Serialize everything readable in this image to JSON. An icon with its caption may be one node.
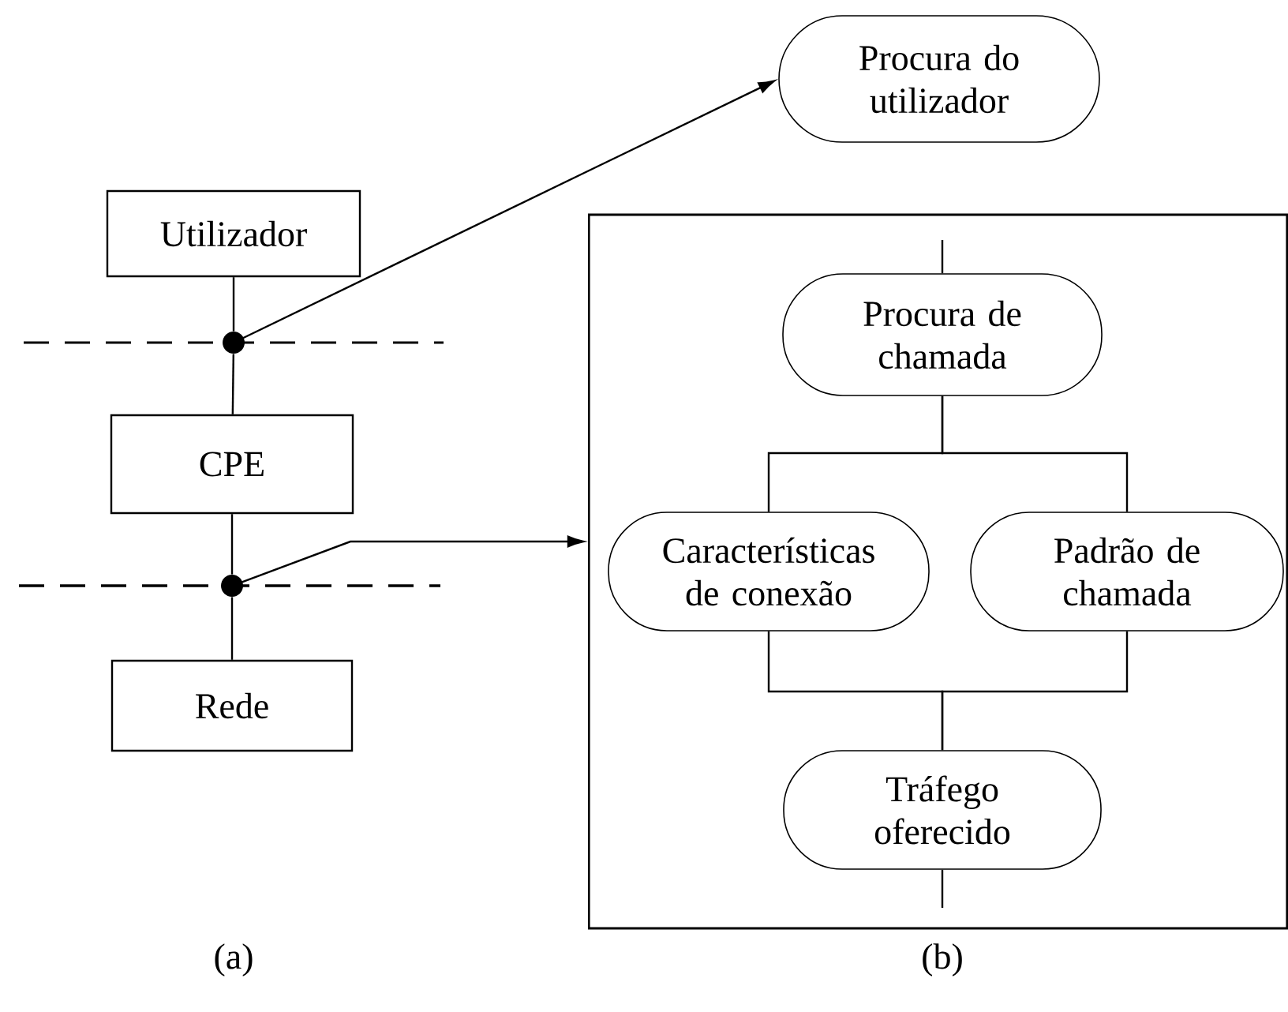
{
  "diagram": {
    "nodes": [
      {
        "text": [
          "Utilizador"
        ]
      },
      {
        "text": [],
        "shape": "circle"
      },
      {
        "text": [
          "CPE"
        ]
      },
      {
        "text": [],
        "shape": "circle"
      },
      {
        "text": [
          "Rede"
        ]
      },
      {
        "text": [
          "Procura do utilizador"
        ]
      },
      {
        "text": [],
        "shape": "box"
      },
      {
        "text": [
          "Procura de chamada"
        ],
        "in": 6
      },
      {
        "text": [
          "Características de conexão"
        ],
        "in": 6
      },
      {
        "text": [
          "Padrão de chamada"
        ],
        "in": 6
      },
      {
        "text": [
          "Tráfego oferecido"
        ],
        "in": 6
      }
    ],
    "edges": [
      {
        "from": 0,
        "to": 1,
        "arrow": "none"
      },
      {
        "from": 1,
        "to": 2,
        "arrow": "none"
      },
      {
        "from": 2,
        "to": 3,
        "arrow": "none"
      },
      {
        "from": 3,
        "to": 4,
        "arrow": "none"
      },
      {
        "from": 1,
        "to": 5,
        "arrow": "to"
      },
      {
        "from": 3,
        "to": 6,
        "arrow": "to"
      },
      {
        "from": null,
        "to": 7,
        "arrow": "none"
      },
      {
        "from": 7,
        "to": 8,
        "arrow": "none"
      },
      {
        "from": 7,
        "to": 9,
        "arrow": "none"
      },
      {
        "from": 8,
        "to": 10,
        "arrow": "none"
      },
      {
        "from": 9,
        "to": 10,
        "arrow": "none"
      },
      {
        "from": 10,
        "to": null,
        "arrow": "none"
      }
    ],
    "labels": [
      "(a)",
      "(b)"
    ]
  }
}
